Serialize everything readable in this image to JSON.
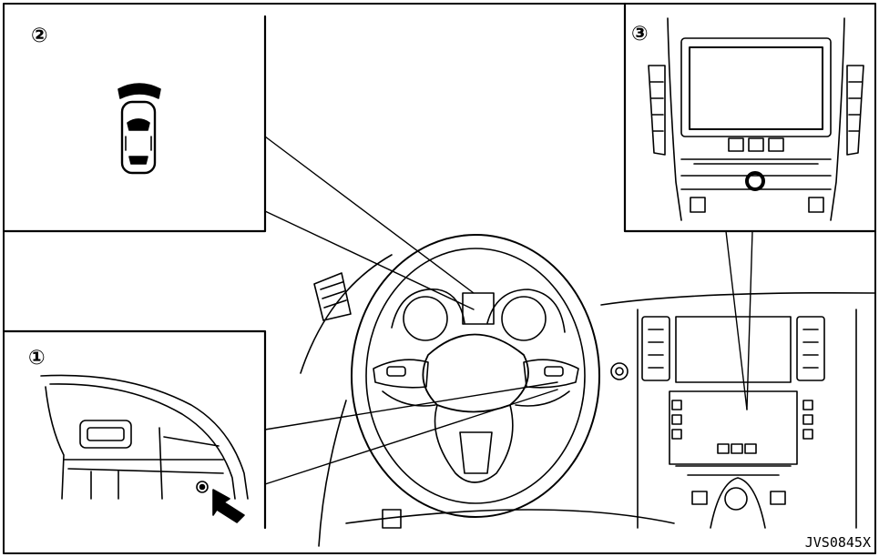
{
  "callouts": {
    "one": "①",
    "two": "②",
    "three": "③"
  },
  "figure_code": "JVS0845X",
  "colors": {
    "line": "#000000",
    "background": "#ffffff"
  },
  "icons": {
    "inset_1": "steering-wheel-switch-button-icon",
    "inset_2": "car-with-front-sensor-arc-icon",
    "inset_3": "center-display-screen-icon"
  }
}
